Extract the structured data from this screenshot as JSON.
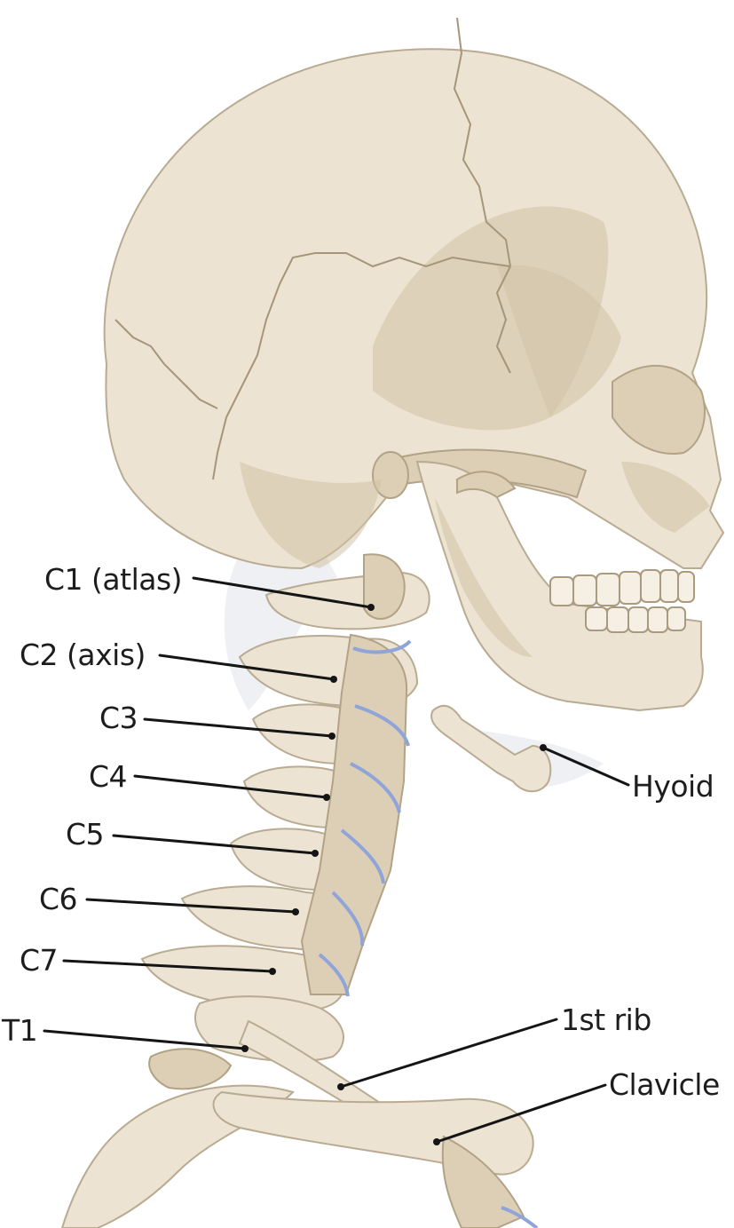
{
  "colors": {
    "bone": "#ece3d2",
    "bone_shadow": "#d2c2a6",
    "intervertebral_disc": "#8fa4d8",
    "label_text": "#1d1d1d",
    "background": "#ffffff"
  },
  "labels": {
    "c1": "C1 (atlas)",
    "c2": "C2 (axis)",
    "c3": "C3",
    "c4": "C4",
    "c5": "C5",
    "c6": "C6",
    "c7": "C7",
    "t1": "T1",
    "hyoid": "Hyoid",
    "first_rib": "1st rib",
    "clavicle": "Clavicle"
  }
}
